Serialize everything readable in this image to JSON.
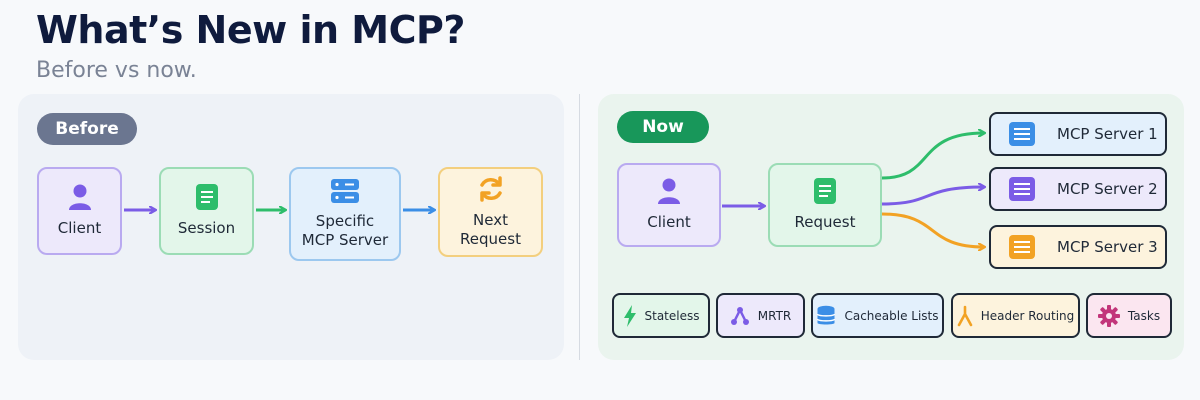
{
  "header": {
    "title": "What’s New in MCP?",
    "subtitle": "Before vs now."
  },
  "before": {
    "badge": "Before",
    "nodes": [
      {
        "label": "Client",
        "icon": "user-icon"
      },
      {
        "label": "Session",
        "icon": "document-icon"
      },
      {
        "label": "Specific\nMCP Server",
        "icon": "server-icon"
      },
      {
        "label": "Next\nRequest",
        "icon": "refresh-icon"
      }
    ]
  },
  "now": {
    "badge": "Now",
    "client": {
      "label": "Client",
      "icon": "user-icon"
    },
    "request": {
      "label": "Request",
      "icon": "document-icon"
    },
    "servers": [
      {
        "label": "MCP Server 1",
        "color": "#3b8ee6"
      },
      {
        "label": "MCP Server 2",
        "color": "#7b5ce6"
      },
      {
        "label": "MCP Server 3",
        "color": "#f2a224"
      }
    ],
    "features": [
      {
        "label": "Stateless",
        "icon": "bolt-icon"
      },
      {
        "label": "MRTR",
        "icon": "branch-icon"
      },
      {
        "label": "Cacheable Lists",
        "icon": "database-icon"
      },
      {
        "label": "Header Routing",
        "icon": "route-icon"
      },
      {
        "label": "Tasks",
        "icon": "gear-icon"
      }
    ]
  },
  "colors": {
    "purple": "#7b5ce6",
    "green": "#2ebd6b",
    "blue": "#3b8ee6",
    "orange": "#f2a224",
    "pink": "#c2357a"
  }
}
